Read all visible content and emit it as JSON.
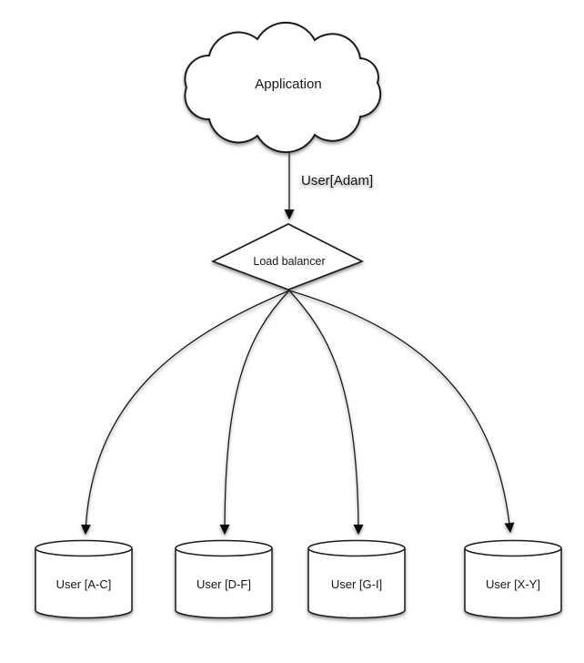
{
  "diagram": {
    "application": {
      "label": "Application"
    },
    "request_edge": {
      "label": "User[Adam]"
    },
    "load_balancer": {
      "label": "Load balancer"
    },
    "shards": [
      {
        "label": "User [A-C]"
      },
      {
        "label": "User [D-F]"
      },
      {
        "label": "User [G-I]"
      },
      {
        "label": "User [X-Y]"
      }
    ],
    "colors": {
      "stroke": "#1a1a1a",
      "shape_fill": "#ffffff",
      "background": "#ffffff",
      "text": "#161616"
    }
  }
}
